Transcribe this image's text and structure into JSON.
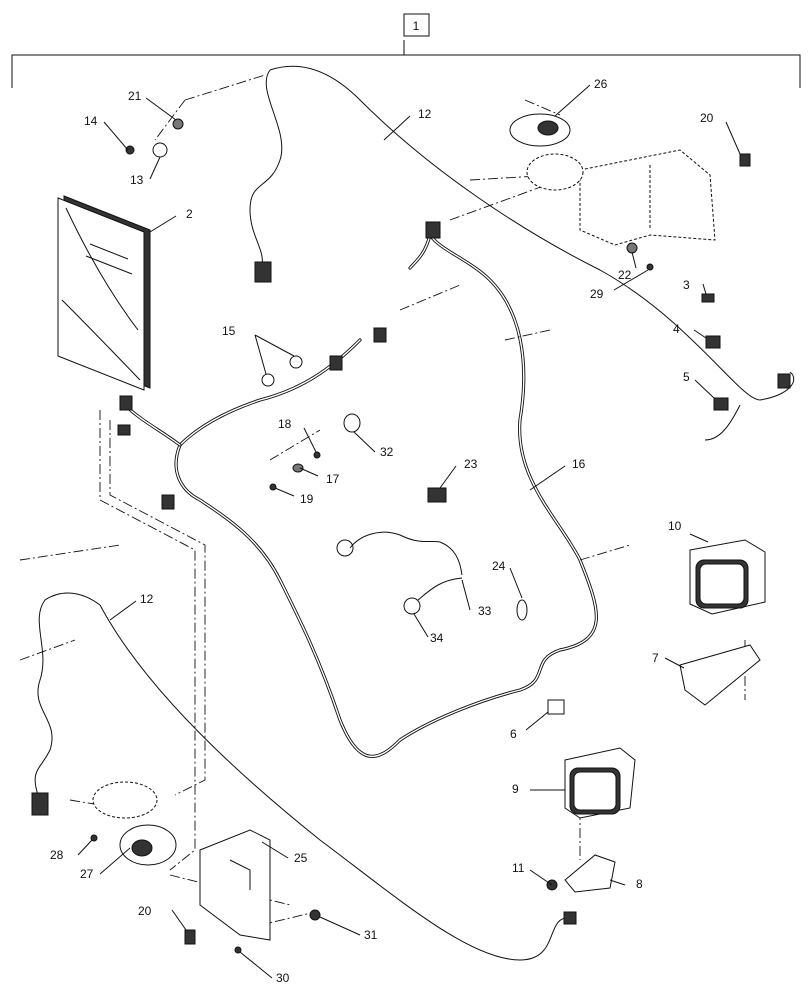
{
  "diagram": {
    "assembly_callout": "1",
    "callouts": [
      {
        "id": "c1",
        "label": "1"
      },
      {
        "id": "c2",
        "label": "2"
      },
      {
        "id": "c3",
        "label": "3"
      },
      {
        "id": "c4",
        "label": "4"
      },
      {
        "id": "c5",
        "label": "5"
      },
      {
        "id": "c6",
        "label": "6"
      },
      {
        "id": "c7",
        "label": "7"
      },
      {
        "id": "c8",
        "label": "8"
      },
      {
        "id": "c9",
        "label": "9"
      },
      {
        "id": "c10",
        "label": "10"
      },
      {
        "id": "c11",
        "label": "11"
      },
      {
        "id": "c12a",
        "label": "12"
      },
      {
        "id": "c12b",
        "label": "12"
      },
      {
        "id": "c13",
        "label": "13"
      },
      {
        "id": "c14",
        "label": "14"
      },
      {
        "id": "c15",
        "label": "15"
      },
      {
        "id": "c16",
        "label": "16"
      },
      {
        "id": "c17",
        "label": "17"
      },
      {
        "id": "c18",
        "label": "18"
      },
      {
        "id": "c19",
        "label": "19"
      },
      {
        "id": "c20a",
        "label": "20"
      },
      {
        "id": "c20b",
        "label": "20"
      },
      {
        "id": "c21",
        "label": "21"
      },
      {
        "id": "c22",
        "label": "22"
      },
      {
        "id": "c23",
        "label": "23"
      },
      {
        "id": "c24",
        "label": "24"
      },
      {
        "id": "c25",
        "label": "25"
      },
      {
        "id": "c26",
        "label": "26"
      },
      {
        "id": "c27",
        "label": "27"
      },
      {
        "id": "c28",
        "label": "28"
      },
      {
        "id": "c29",
        "label": "29"
      },
      {
        "id": "c30",
        "label": "30"
      },
      {
        "id": "c31",
        "label": "31"
      },
      {
        "id": "c32",
        "label": "32"
      },
      {
        "id": "c33",
        "label": "33"
      },
      {
        "id": "c34",
        "label": "34"
      }
    ]
  }
}
